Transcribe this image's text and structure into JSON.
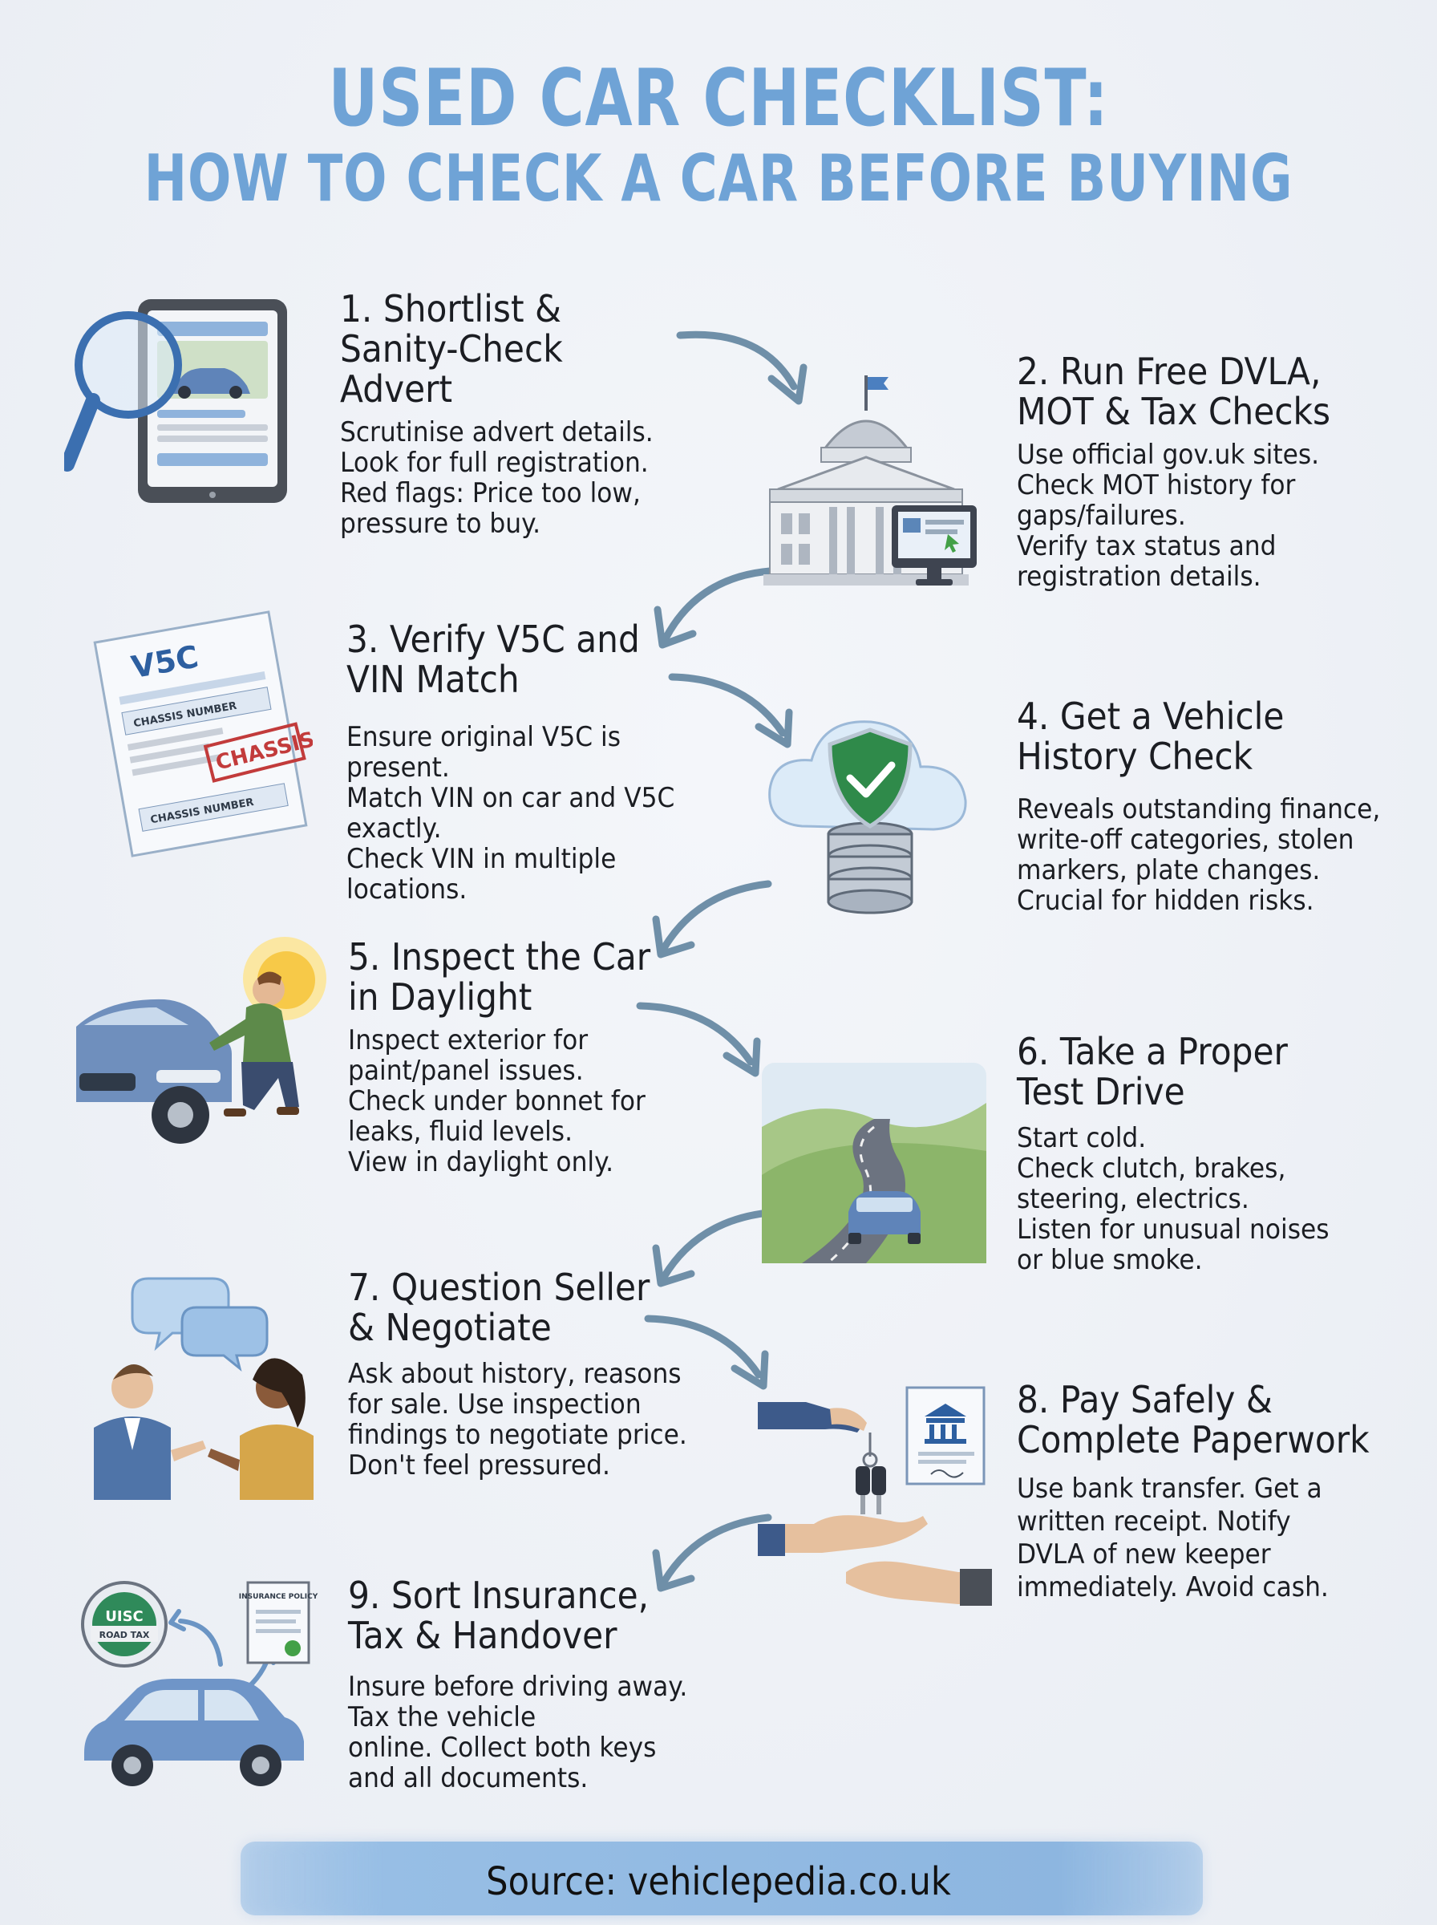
{
  "header": {
    "title_line1": "USED CAR CHECKLIST:",
    "title_line2": "HOW TO CHECK A CAR BEFORE BUYING"
  },
  "steps": [
    {
      "heading": [
        "1. Shortlist &",
        "Sanity-Check Advert"
      ],
      "body": [
        "Scrutinise advert details.",
        "Look for full registration.",
        "Red flags: Price too low,",
        "pressure to buy."
      ]
    },
    {
      "heading": [
        "2. Run Free DVLA,",
        "MOT & Tax Checks"
      ],
      "body": [
        "Use official gov.uk sites.",
        "Check MOT history for",
        "gaps/failures.",
        "Verify tax status and",
        "registration details."
      ]
    },
    {
      "heading": [
        "3. Verify V5C and",
        "VIN Match"
      ],
      "body": [
        "Ensure original V5C is present.",
        "Match VIN on car and V5C",
        "exactly.",
        "Check VIN in multiple locations."
      ]
    },
    {
      "heading": [
        "4. Get a Vehicle",
        "History Check"
      ],
      "body": [
        "Reveals outstanding finance,",
        "write-off categories, stolen",
        "markers, plate changes.",
        "Crucial for hidden risks."
      ]
    },
    {
      "heading": [
        "5. Inspect the Car",
        "in Daylight"
      ],
      "body": [
        "Inspect exterior for",
        "paint/panel issues.",
        "Check under bonnet for",
        "leaks, fluid levels.",
        "View in daylight only."
      ]
    },
    {
      "heading": [
        "6. Take a Proper",
        "Test Drive"
      ],
      "body": [
        "Start cold.",
        "Check clutch, brakes,",
        "steering, electrics.",
        "Listen for unusual noises",
        "or blue smoke."
      ]
    },
    {
      "heading": [
        "7. Question Seller",
        "& Negotiate"
      ],
      "body": [
        "Ask about history, reasons",
        "for sale. Use inspection",
        "findings to negotiate price.",
        "Don't feel pressured."
      ]
    },
    {
      "heading": [
        "8. Pay Safely &",
        "Complete Paperwork"
      ],
      "body": [
        "Use bank transfer. Get a",
        "written receipt. Notify",
        "DVLA of new keeper",
        "immediately. Avoid cash."
      ]
    },
    {
      "heading": [
        "9. Sort Insurance,",
        "Tax & Handover"
      ],
      "body": [
        "Insure before driving away.",
        "Tax the vehicle",
        "online. Collect both keys",
        "and all documents."
      ]
    }
  ],
  "illustration_labels": {
    "v5c_title": "V5C",
    "chassis_number_1": "CHASSIS NUMBER",
    "chassis_stamp": "CHASSIS",
    "chassis_number_2": "CHASSIS NUMBER",
    "tax_disc_center": "UISC",
    "tax_disc_band": "ROAD TAX",
    "insurance_policy": "INSURANCE POLICY"
  },
  "footer": {
    "source": "Source: vehiclepedia.co.uk"
  },
  "colors": {
    "title": "#6fa3d6",
    "accent_blue": "#5b86b8",
    "arrow": "#6f8fa8",
    "background": "#eef1f6"
  },
  "icons": [
    "tablet-advert-icon",
    "magnifier-icon",
    "government-building-icon",
    "computer-monitor-icon",
    "v5c-document-icon",
    "cloud-database-shield-icon",
    "car-inspection-icon",
    "test-drive-road-icon",
    "conversation-icon",
    "keys-handover-icon",
    "bank-document-icon",
    "tax-disc-icon",
    "insurance-policy-icon",
    "hatchback-car-icon"
  ]
}
